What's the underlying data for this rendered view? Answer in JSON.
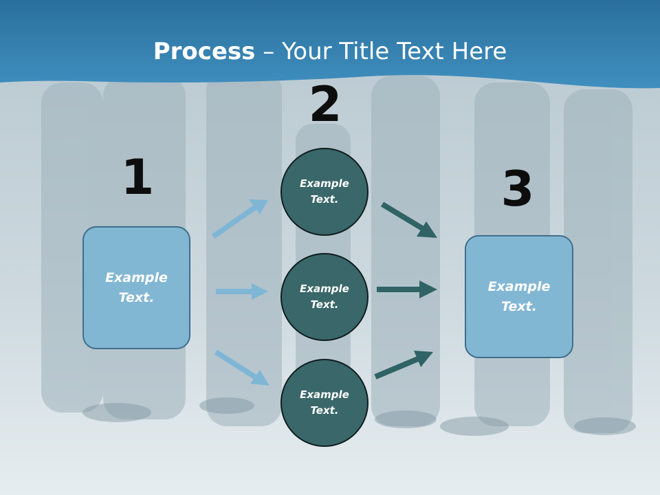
{
  "title": {
    "bold": "Process",
    "rest": " – Your Title Text Here"
  },
  "steps": [
    {
      "number": "1",
      "text_line1": "Example",
      "text_line2": "Text."
    },
    {
      "number": "2"
    },
    {
      "number": "3",
      "text_line1": "Example",
      "text_line2": "Text."
    }
  ],
  "circles": [
    {
      "line1": "Example",
      "line2": "Text."
    },
    {
      "line1": "Example",
      "line2": "Text."
    },
    {
      "line1": "Example",
      "line2": "Text."
    }
  ],
  "colors": {
    "light_arrow": "#7fb6d6",
    "dark_arrow": "#2f6365",
    "box_fill": "#82b7d4",
    "circle_fill": "#3a6769",
    "title_band": "#2f7fb0"
  }
}
